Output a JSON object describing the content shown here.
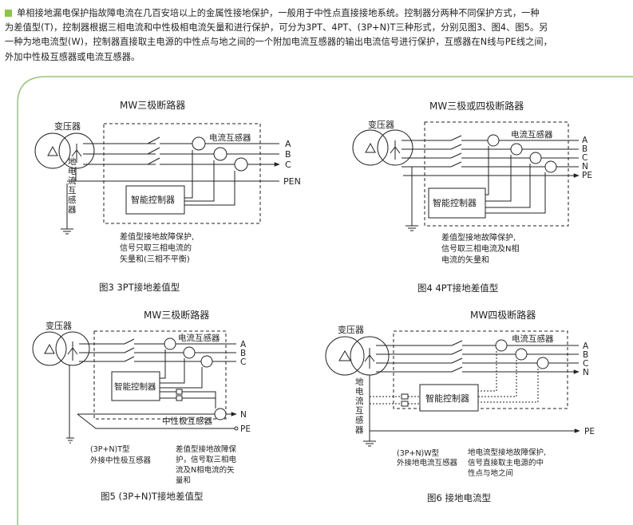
{
  "intro": {
    "line1": "单相接地漏电保护指故障电流在几百安培以上的金属性接地保护，一般用于中性点直接接地系统。控制器分两种不同保护方式，一种",
    "line2": "为差值型(T)，控制器根据三相电流和中性极相电流矢量和进行保护，可分为3PT、4PT、(3P+N)T三种形式，分别见图3、图4、图5。另",
    "line3": "一种为地电流型(W)，控制器直接取主电源的中性点与地之间的一个附加电流互感器的输出电流信号进行保护，互感器在N线与PE线之间，",
    "line4": "外加中性极互感器或电流互感器。",
    "accent": "#8cc63f"
  },
  "fig3": {
    "breaker": "MW三极断路器",
    "transformer": "变压器",
    "ct": "电流互感器",
    "lines": [
      "A",
      "B",
      "C",
      "PEN"
    ],
    "ground_ct": [
      "地",
      "电",
      "流",
      "互",
      "感",
      "器"
    ],
    "controller": "智能控制器",
    "note": [
      "差值型接地故障保护,",
      "信号只取三相电流的",
      "矢量和(三相不平衡)"
    ],
    "caption": "图3  3PT接地差值型"
  },
  "fig4": {
    "breaker": "MW三极或四极断路器",
    "transformer": "变压器",
    "ct": "电流互感器",
    "lines": [
      "A",
      "B",
      "C",
      "N",
      "PE"
    ],
    "controller": "智能控制器",
    "note": [
      "差值型接地故障保护,",
      "信号取三相电流及N相",
      "电流的矢量和"
    ],
    "caption": "图4  4PT接地差值型"
  },
  "fig5": {
    "breaker": "MW三极断路器",
    "transformer": "变压器",
    "ct": "电流互感器",
    "lines": [
      "A",
      "B",
      "C",
      "N",
      "PE"
    ],
    "controller": "智能控制器",
    "neutral_ct": "中性极互感器",
    "note_left": [
      "(3P+N)T型",
      "外接中性极互感器"
    ],
    "note_right": [
      "差值型接地故障保",
      "护，信号取三相电",
      "流及N相电流的矢",
      "量和"
    ],
    "caption": "图5  (3P+N)T接地差值型"
  },
  "fig6": {
    "breaker": "MW四极断路器",
    "transformer": "变压器",
    "ct": "电流互感器",
    "lines": [
      "A",
      "B",
      "C",
      "N",
      "PE"
    ],
    "ground_ct": [
      "地",
      "电",
      "流",
      "互",
      "感",
      "器"
    ],
    "controller": "智能控制器",
    "note_left": [
      "(3P+N)W型",
      "外接地电流互感器"
    ],
    "note_right": [
      "地电流型接地故障保护,",
      "信号直接取主电源的中",
      "性点与地之间"
    ],
    "caption": "图6  接地电流型"
  },
  "colors": {
    "frame": "#9ac27a",
    "line": "#222222"
  }
}
